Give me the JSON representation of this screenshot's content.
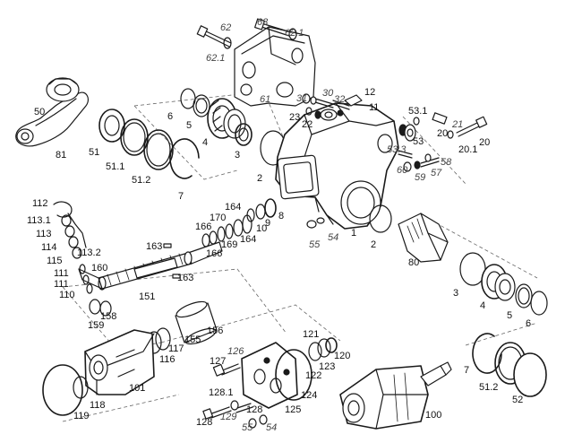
{
  "labels": {
    "l62": "62",
    "l63": "63",
    "l621a": "62.1",
    "l621b": "62.1",
    "l61": "61",
    "l50": "50",
    "l81": "81",
    "l6a": "6",
    "l5a": "5",
    "l4a": "4",
    "l3a": "3",
    "l51": "51",
    "l511": "51.1",
    "l512a": "51.2",
    "l7a": "7",
    "l2a": "2",
    "l12": "12",
    "l30": "30",
    "l32": "32",
    "l31": "31",
    "l11": "11",
    "l23": "23",
    "l22": "22",
    "l531": "53.1",
    "l53": "53",
    "l533": "53.3",
    "l21": "21",
    "l20a": "20",
    "l201": "20.1",
    "l20b": "20",
    "l60": "60",
    "l58": "58",
    "l59": "59",
    "l57": "57",
    "l112": "112",
    "l1131": "113.1",
    "l113": "113",
    "l114": "114",
    "l115": "115",
    "l1132": "113.2",
    "l111a": "111",
    "l111b": "111",
    "l110": "110",
    "l160": "160",
    "l163a": "163",
    "l163b": "163",
    "l166a": "166",
    "l170": "170",
    "l164a": "164",
    "l164b": "164",
    "l169": "169",
    "l166b": "166",
    "l10": "10",
    "l9": "9",
    "l8": "8",
    "l55a": "55",
    "l54a": "54",
    "l1": "1",
    "l2b": "2",
    "l80": "80",
    "l151": "151",
    "l158": "158",
    "l159": "159",
    "l156": "156",
    "l155": "155",
    "l117": "117",
    "l116": "116",
    "l3b": "3",
    "l4b": "4",
    "l5b": "5",
    "l6b": "6",
    "l127": "127",
    "l126": "126",
    "l121": "121",
    "l120": "120",
    "l123": "123",
    "l122": "122",
    "l101": "101",
    "l119": "119",
    "l118": "118",
    "l1281": "128.1",
    "l124": "124",
    "l129": "129",
    "l128a": "128",
    "l128b": "128",
    "l125": "125",
    "l55b": "55",
    "l54b": "54",
    "l100": "100",
    "l7b": "7",
    "l512b": "51.2",
    "l52": "52"
  }
}
